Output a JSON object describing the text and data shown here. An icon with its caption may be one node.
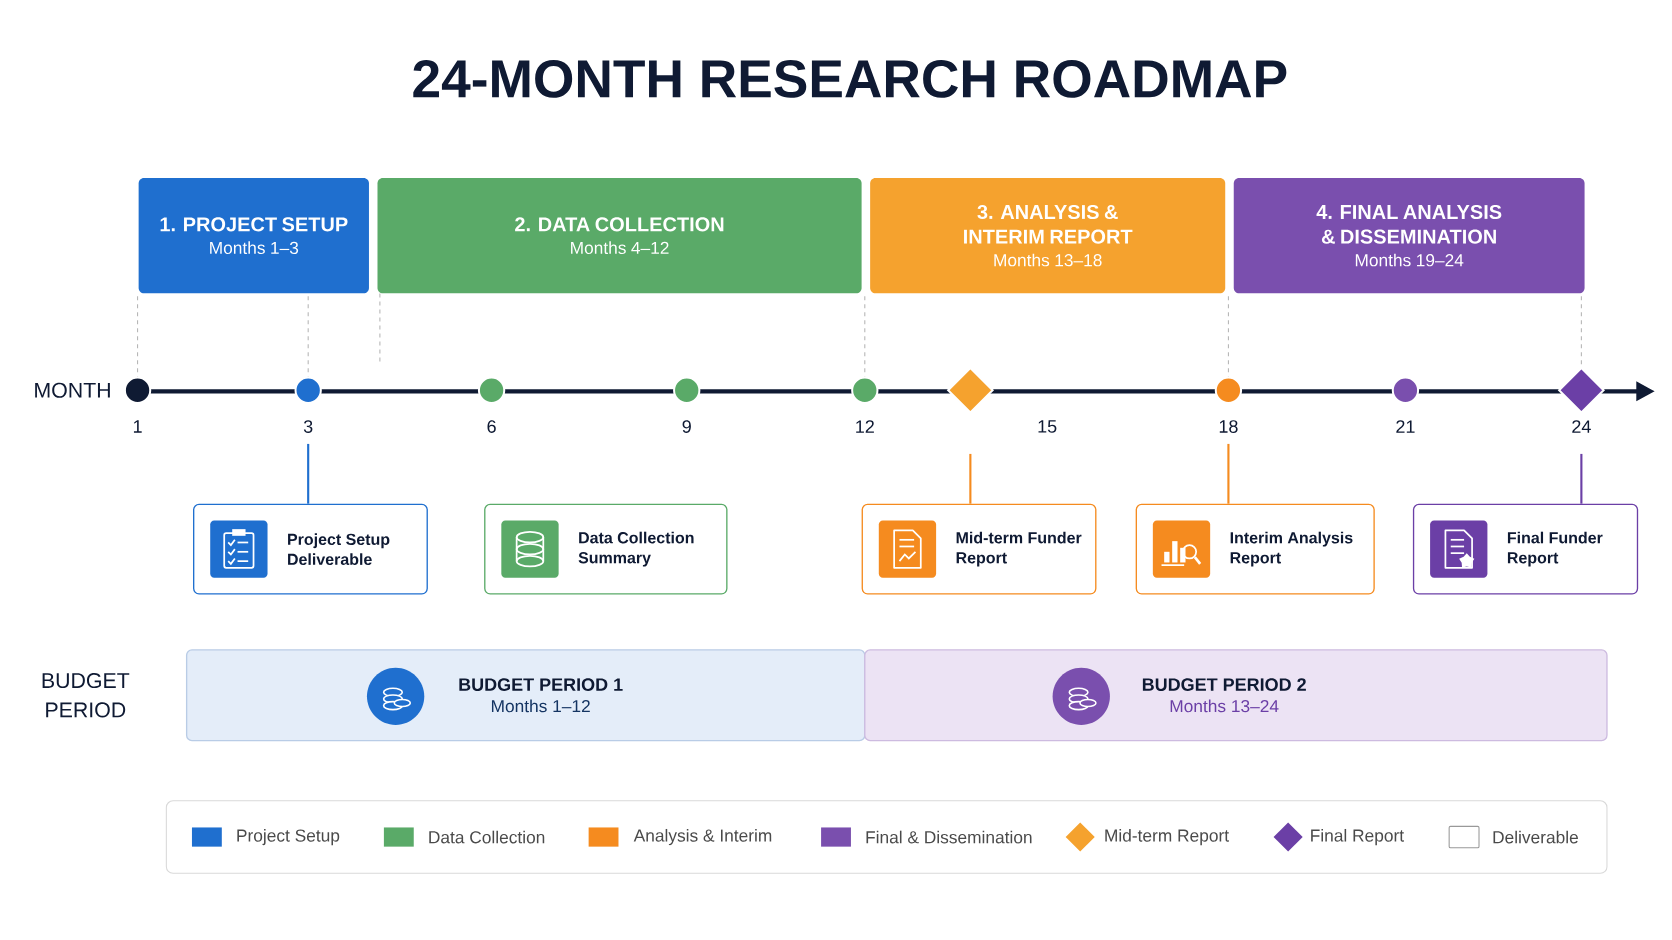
{
  "diagram": {
    "title": "24-MONTH RESEARCH ROADMAP",
    "nodes": [
      {
        "text": [
          "1. PROJECT SETUP",
          "Months 1–3"
        ]
      },
      {
        "text": [
          "2. DATA COLLECTION",
          "Months 4–12"
        ]
      },
      {
        "text": [
          "3. ANALYSIS & INTERIM REPORT",
          "Months 13–18"
        ]
      },
      {
        "text": [
          "4. FINAL ANALYSIS & DISSEMINATION",
          "Months 19–24"
        ]
      },
      {
        "text": [],
        "shape": "circle"
      },
      {
        "text": [],
        "shape": "circle"
      },
      {
        "text": [],
        "shape": "circle"
      },
      {
        "text": [],
        "shape": "circle"
      },
      {
        "text": [],
        "shape": "circle"
      },
      {
        "text": [],
        "shape": "diamond"
      },
      {
        "text": [],
        "shape": "circle"
      },
      {
        "text": [],
        "shape": "circle"
      },
      {
        "text": [],
        "shape": "diamond"
      },
      {
        "text": [
          "Project Setup Deliverable"
        ]
      },
      {
        "text": [
          "Data Collection Summary"
        ]
      },
      {
        "text": [
          "Mid-term Funder Report"
        ]
      },
      {
        "text": [
          "Interim Analysis Report"
        ]
      },
      {
        "text": [
          "Final Funder Report"
        ]
      },
      {
        "text": [
          "BUDGET PERIOD 1",
          "Months 1–12"
        ]
      },
      {
        "text": [
          "BUDGET PERIOD 2",
          "Months 13–24"
        ]
      }
    ],
    "edges": [
      {
        "from": 5,
        "to": 13,
        "arrow": "none",
        "color": "#1f6fcf"
      },
      {
        "from": 9,
        "to": 15,
        "arrow": "none",
        "color": "#f58b1f"
      },
      {
        "from": 10,
        "to": 16,
        "arrow": "none",
        "color": "#f58b1f"
      },
      {
        "from": 12,
        "to": 17,
        "arrow": "none",
        "color": "#6b3fa6"
      },
      {
        "from": 0,
        "to": 4,
        "arrow": "none",
        "style": "dashed",
        "color": "#b5b5b5"
      },
      {
        "from": 0,
        "to": 5,
        "arrow": "none",
        "style": "dashed",
        "color": "#b5b5b5"
      },
      {
        "from": 1,
        "to": null,
        "arrow": "none",
        "style": "dashed",
        "color": "#b5b5b5"
      },
      {
        "from": 2,
        "to": 8,
        "arrow": "none",
        "style": "dashed",
        "color": "#b5b5b5"
      },
      {
        "from": 3,
        "to": 10,
        "arrow": "none",
        "style": "dashed",
        "color": "#b5b5b5"
      },
      {
        "from": 3,
        "to": 12,
        "arrow": "none",
        "style": "dashed",
        "color": "#b5b5b5"
      }
    ],
    "labels": [
      "MONTH",
      "1",
      "3",
      "6",
      "9",
      "12",
      "15",
      "18",
      "21",
      "24",
      "BUDGET PERIOD"
    ],
    "legend": [
      {
        "text": "Project Setup",
        "color": "#1f6fcf"
      },
      {
        "text": "Data Collection",
        "color": "#5aaa68"
      },
      {
        "text": "Analysis & Interim",
        "color": "#f58b1f"
      },
      {
        "text": "Final & Dissemination",
        "color": "#7a4fae"
      },
      {
        "text": "Mid-term Report"
      },
      {
        "text": "Final Report"
      },
      {
        "text": "Deliverable"
      }
    ]
  }
}
